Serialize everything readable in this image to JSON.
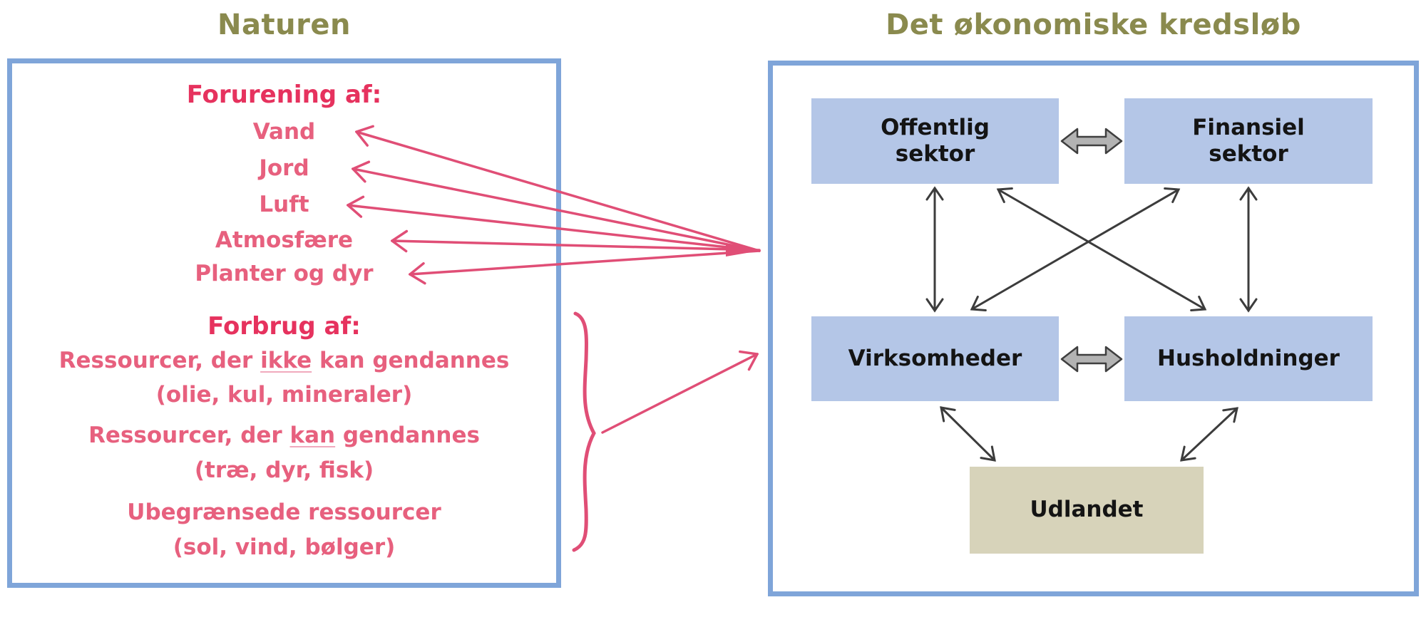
{
  "titles": {
    "left": "Naturen",
    "right": "Det økonomiske kredsløb"
  },
  "left_panel": {
    "pollution": {
      "header": "Forurening af:",
      "items": [
        "Vand",
        "Jord",
        "Luft",
        "Atmosfære",
        "Planter og dyr"
      ]
    },
    "consumption": {
      "header": "Forbrug af:",
      "items": [
        {
          "pre": "Ressourcer, der ",
          "underlined": "ikke",
          "post": " kan gendannes",
          "sub": "(olie, kul, mineraler)"
        },
        {
          "pre": "Ressourcer, der ",
          "underlined": "kan",
          "post": " gendannes",
          "sub": "(træ, dyr, fisk)"
        },
        {
          "pre": "Ubegrænsede ressourcer",
          "underlined": "",
          "post": "",
          "sub": "(sol, vind, bølger)"
        }
      ]
    }
  },
  "right_panel": {
    "nodes": [
      {
        "id": "offentlig",
        "label": "Offentlig sektor"
      },
      {
        "id": "finansiel",
        "label": "Finansiel sektor"
      },
      {
        "id": "virksomheder",
        "label": "Virksomheder"
      },
      {
        "id": "husholdninger",
        "label": "Husholdninger"
      },
      {
        "id": "udlandet",
        "label": "Udlandet"
      }
    ],
    "edges": [
      {
        "from": "Offentlig sektor",
        "to": "Finansiel sektor",
        "style": "double-arrow"
      },
      {
        "from": "Virksomheder",
        "to": "Husholdninger",
        "style": "double-arrow"
      },
      {
        "from": "Offentlig sektor",
        "to": "Virksomheder",
        "style": "double-arrow"
      },
      {
        "from": "Finansiel sektor",
        "to": "Husholdninger",
        "style": "double-arrow"
      },
      {
        "from": "Offentlig sektor",
        "to": "Husholdninger",
        "style": "double-arrow"
      },
      {
        "from": "Finansiel sektor",
        "to": "Virksomheder",
        "style": "double-arrow"
      },
      {
        "from": "Virksomheder",
        "to": "Udlandet",
        "style": "double-arrow"
      },
      {
        "from": "Husholdninger",
        "to": "Udlandet",
        "style": "double-arrow"
      }
    ]
  },
  "relations": {
    "pollution_arrows": {
      "from": "Det økonomiske kredsløb",
      "to": [
        "Vand",
        "Jord",
        "Luft",
        "Atmosfære",
        "Planter og dyr"
      ]
    },
    "consumption_arrow": {
      "from": "Forbrug af: (brace)",
      "to": "Det økonomiske kredsløb"
    }
  },
  "colors": {
    "title_olive": "#8a8a4e",
    "pink_header": "#e6325e",
    "pink_text": "#e7607e",
    "pink_arrow": "#e04e76",
    "border_blue": "#7fa5d9",
    "node_fill_blue": "#b4c6e7",
    "node_fill_tan": "#d7d3ba",
    "dark_arrow": "#3c3c3c",
    "node_text": "#141414"
  }
}
